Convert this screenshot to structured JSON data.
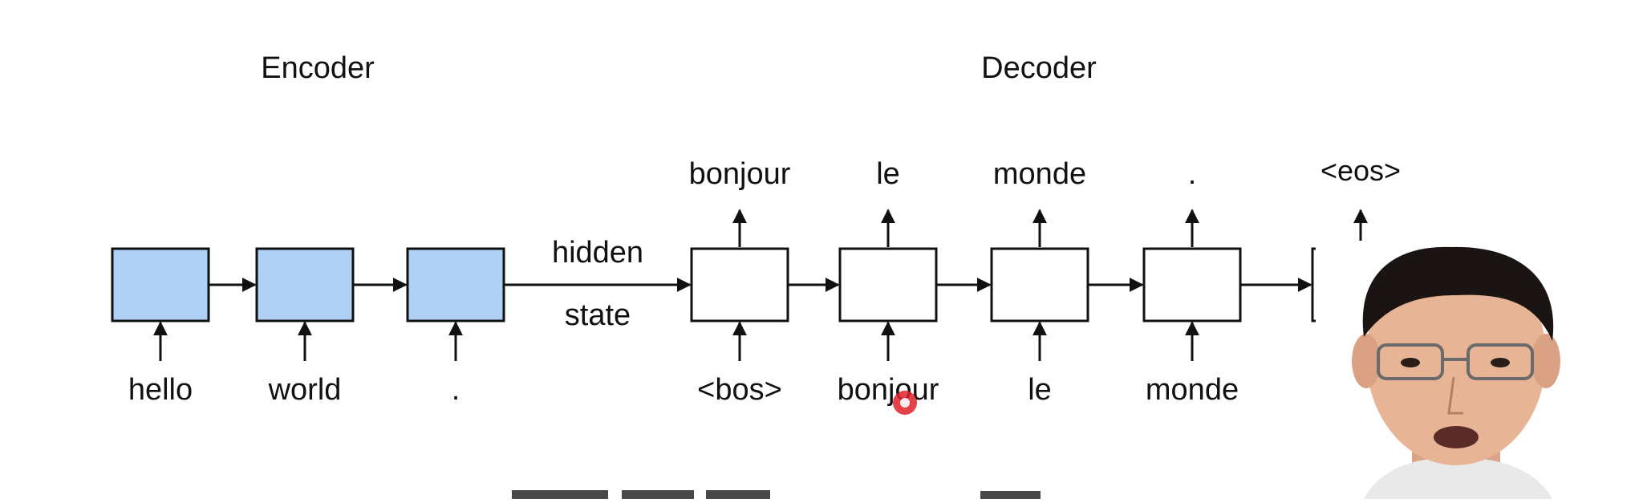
{
  "colors": {
    "encoder_fill": "#aed1f5",
    "decoder_fill": "#ffffff",
    "stroke": "#111111",
    "cursor_dot": "#e0202a",
    "presenter_skin": "#e8b496",
    "presenter_hair": "#1a1512",
    "presenter_shirt": "#e9e9ea"
  },
  "diagram": {
    "encoder_title": "Encoder",
    "decoder_title": "Decoder",
    "bridge_label_top": "hidden",
    "bridge_label_bottom": "state",
    "encoder_inputs": [
      "hello",
      "world",
      "."
    ],
    "decoder_inputs": [
      "<bos>",
      "bonjour",
      "le",
      "monde"
    ],
    "decoder_outputs": [
      "bonjour",
      "le",
      "monde",
      ".",
      "<eos>"
    ]
  },
  "overlays": {
    "cursor_icon": "recording-cursor-dot",
    "presenter_icon": "presenter-webcam"
  }
}
